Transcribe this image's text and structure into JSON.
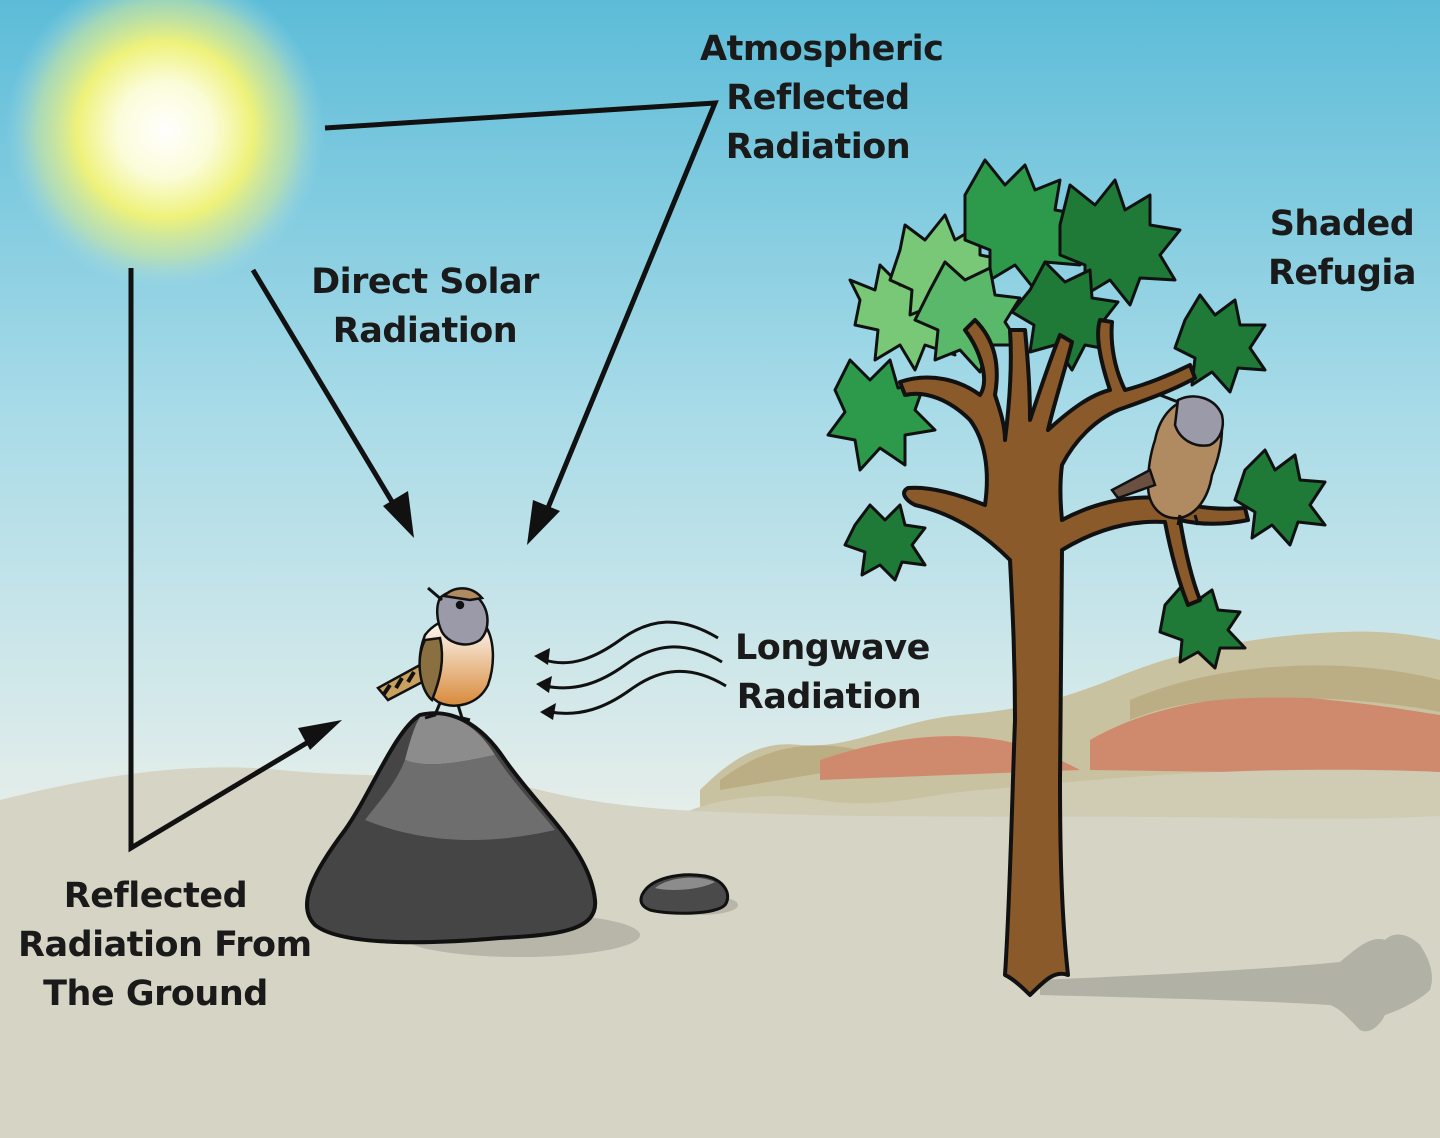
{
  "labels": {
    "atmospheric": [
      "Atmospheric",
      "Reflected",
      "Radiation"
    ],
    "direct_solar": [
      "Direct Solar",
      "Radiation"
    ],
    "shaded": [
      "Shaded",
      "Refugia"
    ],
    "longwave": [
      "Longwave",
      "Radiation"
    ],
    "ground": [
      "Reflected",
      "Radiation From",
      "The Ground"
    ]
  },
  "colors": {
    "sky_top": "#5cbcd8",
    "sky_bottom": "#e4ecea",
    "ground": "#d6d4c4",
    "rock_dark": "#4a4a4a",
    "foliage_light": "#78c878",
    "foliage_dark": "#1e7a36",
    "trunk": "#8b5a2b",
    "hill_red": "#cf8a6e",
    "hill_tan": "#bcae84",
    "arrow": "#111111"
  },
  "icons": {
    "sun": "sun-icon",
    "bird_on_rock": "wren-icon",
    "bird_in_tree": "bird-icon",
    "tree": "tree-icon",
    "rock": "rock-icon"
  }
}
